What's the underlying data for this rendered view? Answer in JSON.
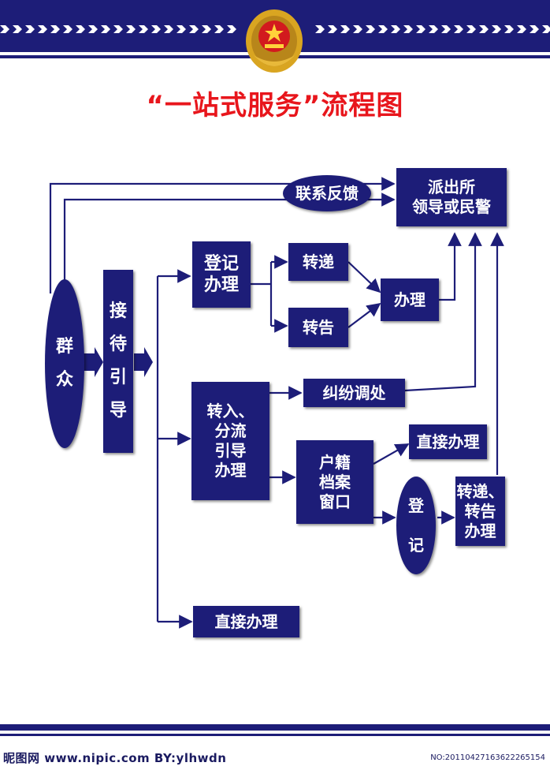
{
  "title": "“一站式服务”流程图",
  "colors": {
    "navy": "#1d1d78",
    "title_red": "#e8161c",
    "gold": "#d9a521",
    "emblem_red": "#d21a1e"
  },
  "icons": {
    "emblem": "police-emblem-icon"
  },
  "nodes": {
    "qunzhong": "群\n众",
    "jiedai": "接\n待\n引\n导",
    "lianxi": "联系反馈",
    "paichusuo": "派出所\n领导或民警",
    "dengji_banli": "登记\n办理",
    "zhuandi": "转递",
    "zhuangao": "转告",
    "banli": "办理",
    "zhuanru": "转入、\n分流\n引导\n办理",
    "jiufen": "纠纷调处",
    "huji": "户籍\n档案\n窗口",
    "zhijie_right": "直接办理",
    "dengji": "登\n\n记",
    "zhuandi_zhuangao": "转递、\n转告\n办理",
    "zhijie_bottom": "直接办理"
  },
  "watermark": {
    "left": "昵图网 www.nipic.com  BY:ylhwdn",
    "right": "NO:20110427163622265154"
  }
}
